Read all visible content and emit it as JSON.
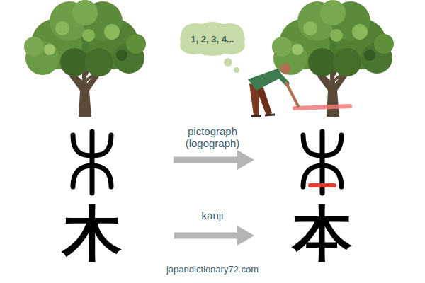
{
  "diagram": {
    "nodes": [
      {
        "text": [
          "1, 2, 3, 4..."
        ]
      }
    ],
    "labels": [
      "pictograph (logograph)",
      "木",
      "kanji",
      "本",
      "japandictionary72.com"
    ]
  }
}
